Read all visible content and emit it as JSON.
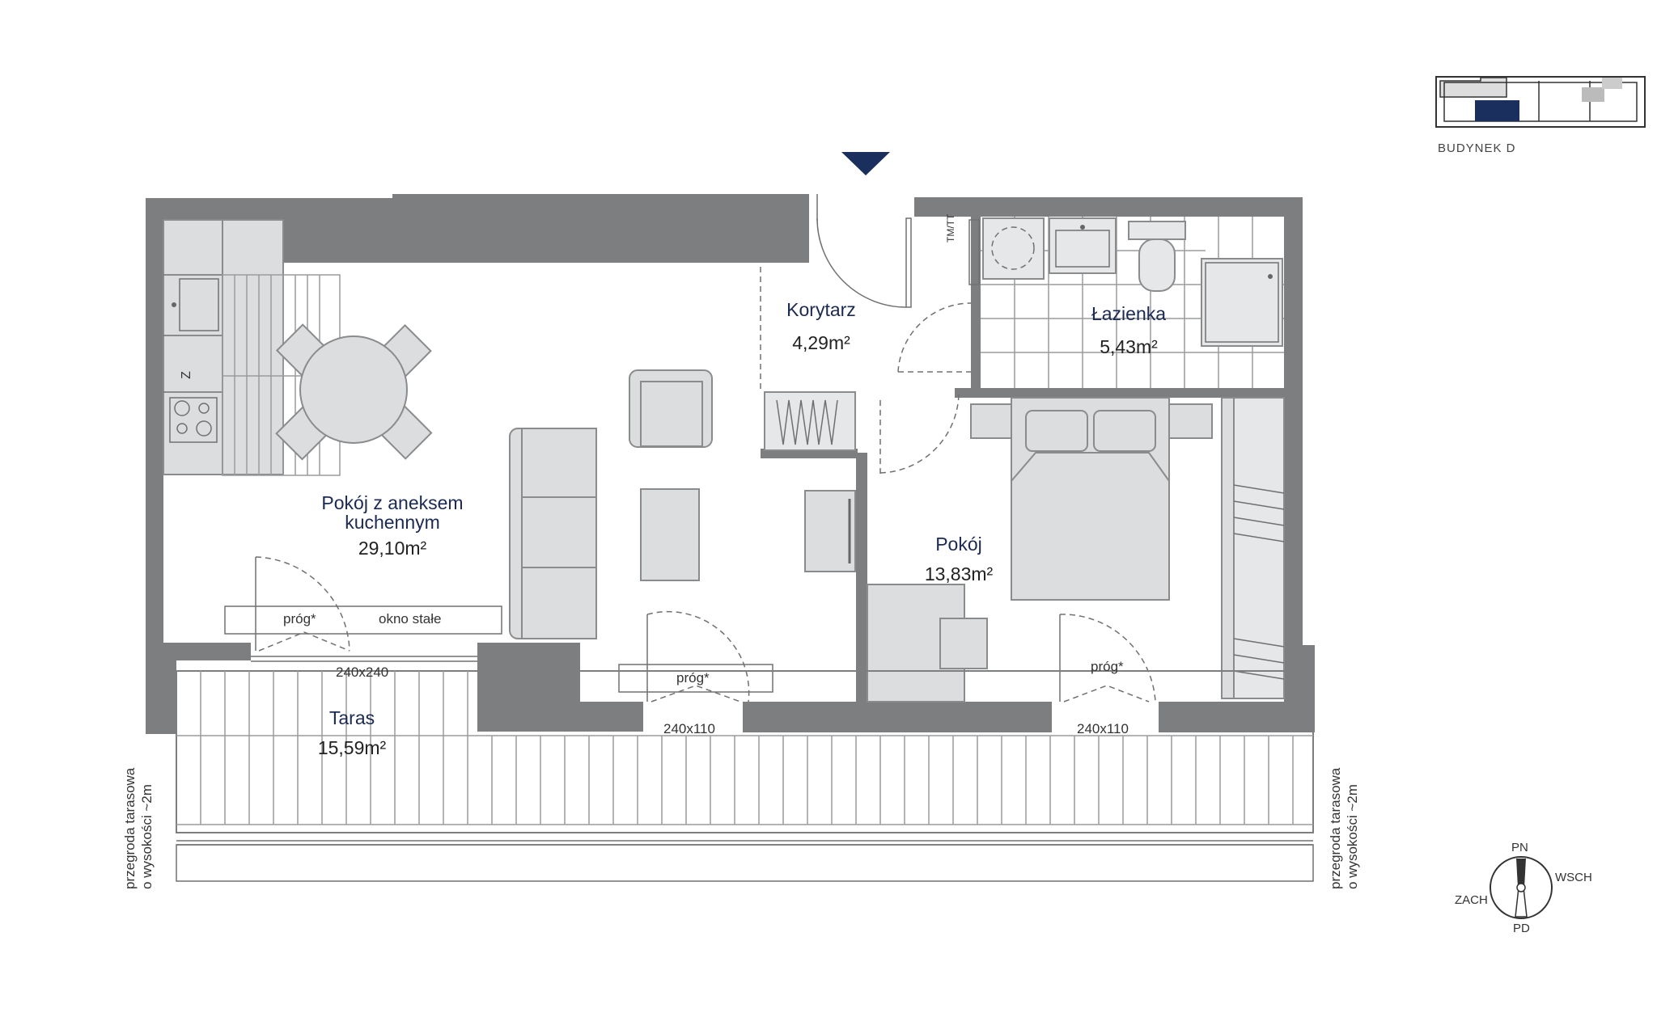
{
  "building": {
    "label": "BUDYNEK D",
    "highlight_color": "#1b2f5e"
  },
  "rooms": [
    {
      "id": "living",
      "name_line1": "Pokój z aneksem",
      "name_line2": "kuchennym",
      "area": "29,10m²"
    },
    {
      "id": "corridor",
      "name": "Korytarz",
      "area": "4,29m²"
    },
    {
      "id": "bathroom",
      "name": "Łazienka",
      "area": "5,43m²"
    },
    {
      "id": "bedroom",
      "name": "Pokój",
      "area": "13,83m²"
    },
    {
      "id": "terrace",
      "name": "Taras",
      "area": "15,59m²"
    }
  ],
  "labels": {
    "prog": "próg*",
    "okno": "okno stałe",
    "door1": "240x240",
    "door2": "240x110",
    "door3": "240x110",
    "tmtt": "TM/TT",
    "fridge": "Z",
    "partition_line1": "przegroda tarasowa",
    "partition_line2": "o wysokości ~2m"
  },
  "compass": {
    "n": "PN",
    "e": "WSCH",
    "s": "PD",
    "w": "ZACH"
  },
  "colors": {
    "wall": "#7d7e80",
    "text": "#1b2a52",
    "entrance": "#1b2f5e"
  }
}
